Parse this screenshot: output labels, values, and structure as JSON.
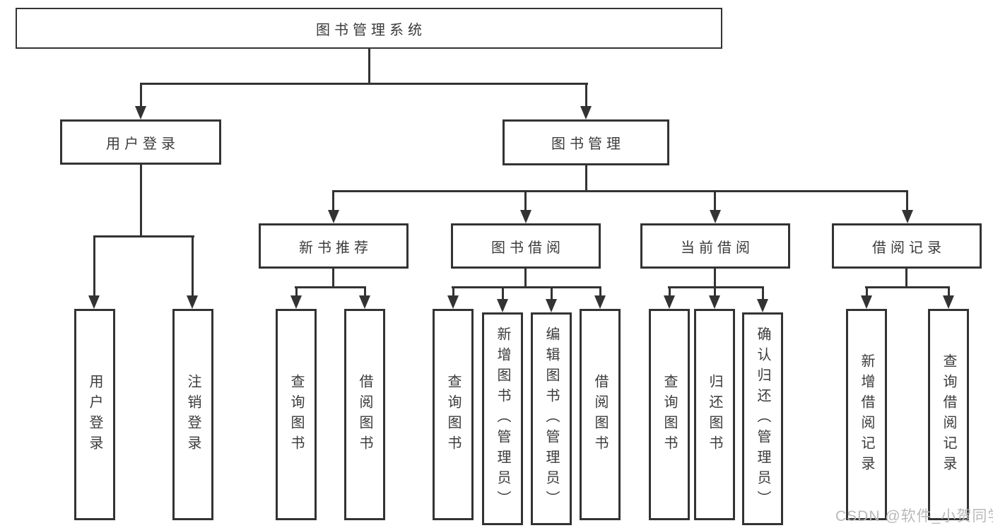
{
  "tree": {
    "root": {
      "label": "图书管理系统"
    },
    "branches": [
      {
        "label": "用户登录",
        "leaves": [
          {
            "label": "用户登录"
          },
          {
            "label": "注销登录"
          }
        ]
      },
      {
        "label": "图书管理",
        "sections": [
          {
            "label": "新书推荐",
            "leaves": [
              {
                "label": "查询图书"
              },
              {
                "label": "借阅图书"
              }
            ]
          },
          {
            "label": "图书借阅",
            "leaves": [
              {
                "label": "查询图书"
              },
              {
                "label": "新增图书（管理员）"
              },
              {
                "label": "编辑图书（管理员）"
              },
              {
                "label": "借阅图书"
              }
            ]
          },
          {
            "label": "当前借阅",
            "leaves": [
              {
                "label": "查询图书"
              },
              {
                "label": "归还图书"
              },
              {
                "label": "确认归还（管理员）"
              }
            ]
          },
          {
            "label": "借阅记录",
            "leaves": [
              {
                "label": "新增借阅记录"
              },
              {
                "label": "查询借阅记录"
              }
            ]
          }
        ]
      }
    ]
  },
  "watermark": {
    "text": "CSDN @软件_小贺同学"
  },
  "colors": {
    "line": "#333333",
    "text": "#3b3b3b",
    "box_background": "#ffffff",
    "page_background": "#ffffff",
    "watermark": "#b9b9b9"
  }
}
